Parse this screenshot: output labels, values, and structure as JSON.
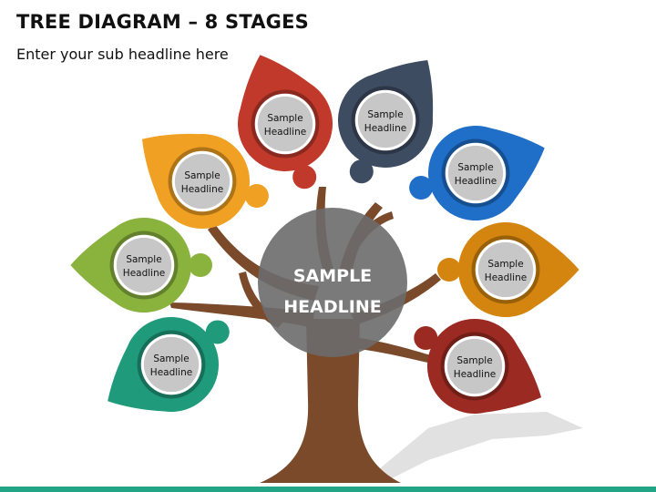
{
  "header": {
    "title": "TREE DIAGRAM – 8 STAGES",
    "subtitle": "Enter your sub headline here"
  },
  "center": {
    "line1": "SAMPLE",
    "line2": "HEADLINE",
    "color": "#6b6b6b"
  },
  "colors": {
    "trunk": "#7a4a2b",
    "shadow": "#bdbdbd",
    "footer": "#22a587"
  },
  "stages": [
    {
      "line1": "Sample",
      "line2": "Headline",
      "color": "#c0392b"
    },
    {
      "line1": "Sample",
      "line2": "Headline",
      "color": "#3d4c61"
    },
    {
      "line1": "Sample",
      "line2": "Headline",
      "color": "#f0a022"
    },
    {
      "line1": "Sample",
      "line2": "Headline",
      "color": "#1f6ec7"
    },
    {
      "line1": "Sample",
      "line2": "Headline",
      "color": "#8ab33e"
    },
    {
      "line1": "Sample",
      "line2": "Headline",
      "color": "#d4850f"
    },
    {
      "line1": "Sample",
      "line2": "Headline",
      "color": "#1f9a7b"
    },
    {
      "line1": "Sample",
      "line2": "Headline",
      "color": "#9b2a22"
    }
  ]
}
